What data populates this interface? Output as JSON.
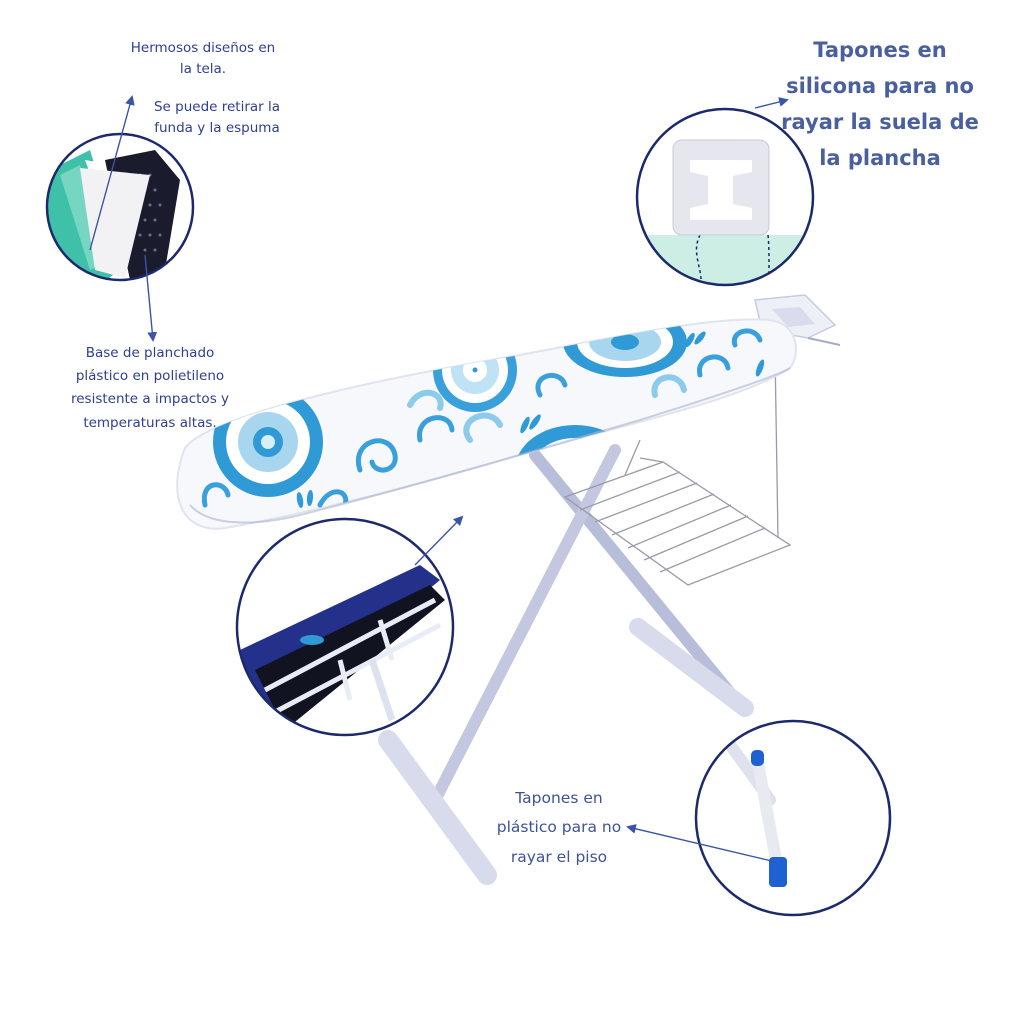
{
  "product": "Tabla de planchar con secador de ropa",
  "colors": {
    "text": "#2e3f8f",
    "callout_heading": "#4a5f9e",
    "circle_stroke": "#1c2a6b",
    "fabric_blue": "#2f9ad6",
    "fabric_light": "#a8d6ee",
    "frame": "#c9cde3",
    "cap_blue": "#1d62d0"
  },
  "callouts": {
    "fabric": {
      "lines": [
        "Hermosos diseños en",
        "la tela."
      ]
    },
    "removable": {
      "lines": [
        "Se puede retirar la",
        "funda y la espuma"
      ]
    },
    "base": {
      "lines": [
        "Base de planchado",
        "plástico en polietileno",
        "resistente a impactos y",
        "temperaturas altas."
      ]
    },
    "iron_rest": {
      "lines": [
        "Tapones en",
        "silicona para no",
        "rayar la suela de",
        "la plancha"
      ]
    },
    "floor_caps": {
      "lines": [
        "Tapones en",
        "plástico para no",
        "rayar el piso"
      ]
    }
  },
  "detail_circles": [
    {
      "id": "cover-foam",
      "depicts": "funda y espuma retirable"
    },
    {
      "id": "iron-rest",
      "depicts": "apoya plancha en silicona"
    },
    {
      "id": "plastic-base",
      "depicts": "base plástica de polietileno"
    },
    {
      "id": "leg-caps",
      "depicts": "tapones azules en las patas"
    }
  ]
}
